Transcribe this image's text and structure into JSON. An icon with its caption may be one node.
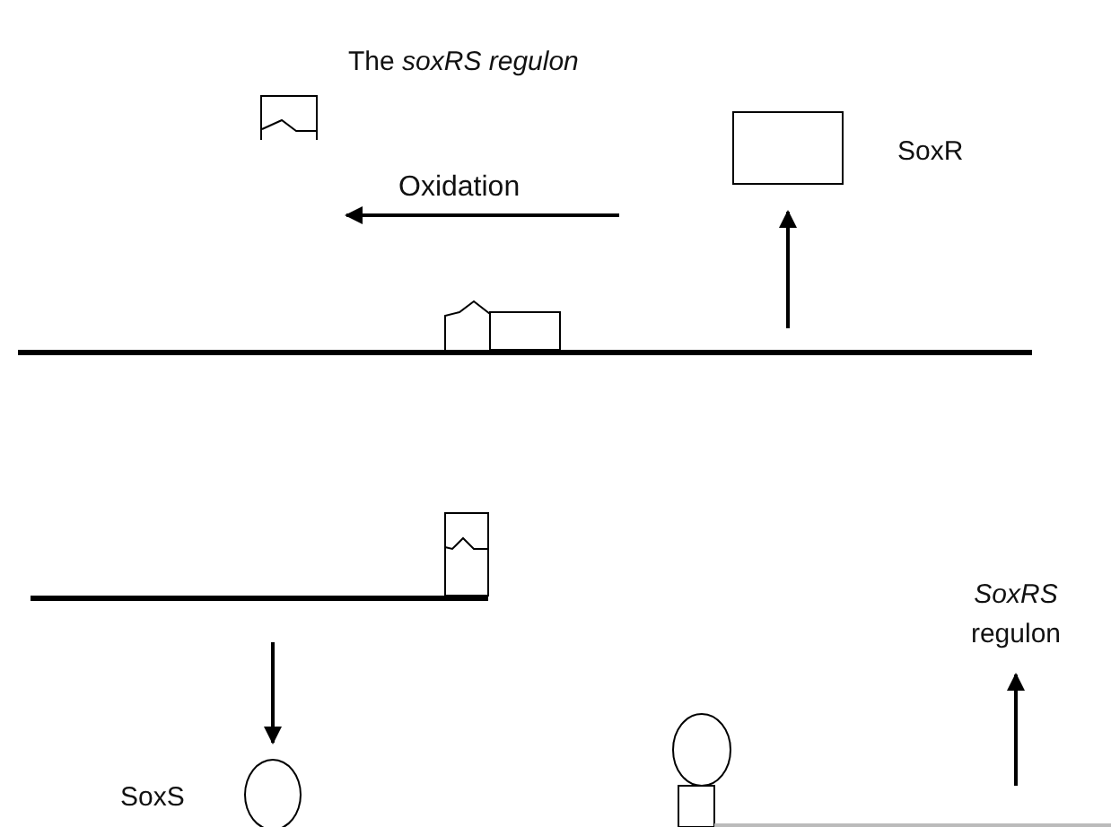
{
  "diagram": {
    "title": "The *soxRS regulon*",
    "nodes": [
      {
        "text": [],
        "shape": "box"
      },
      {
        "text": [],
        "shape": "box",
        "beside": [
          "SoxR"
        ]
      },
      {
        "text": [],
        "shape": "bar"
      },
      {
        "text": [],
        "shape": "bar"
      },
      {
        "text": [],
        "shape": "circle",
        "beside": [
          "SoxS"
        ]
      },
      {
        "text": [
          "*SoxRS* regulon"
        ]
      },
      {
        "text": [],
        "shape": "bar"
      }
    ],
    "edges": [
      {
        "from": 2,
        "to": 1,
        "arrow": "to"
      },
      {
        "from": 3,
        "to": 4,
        "arrow": "to"
      },
      {
        "from": 6,
        "to": 5,
        "arrow": "to"
      }
    ],
    "labels": [
      "Oxidation"
    ]
  }
}
